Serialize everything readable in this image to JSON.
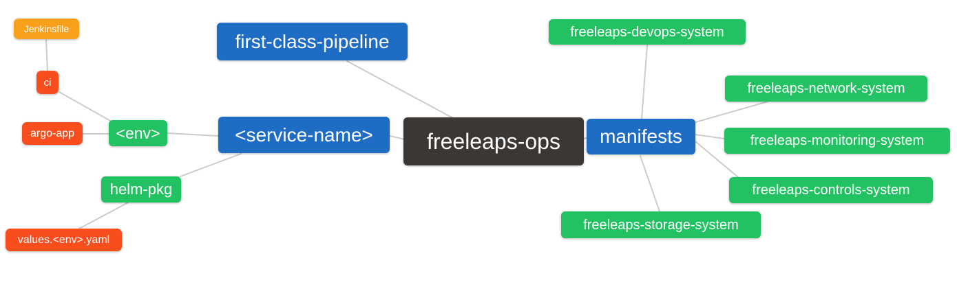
{
  "app": {
    "type": "mindmap",
    "root_label": "freeleaps-ops"
  },
  "colors": {
    "blue": "#1f6cc5",
    "green": "#22c262",
    "red": "#f84e1d",
    "orange": "#f9a11c",
    "dark": "#3b3734",
    "edge": "#cccccc",
    "background": "#ffffff",
    "text": "#ffffff"
  },
  "nodes": {
    "jenkinsfile": "Jenkinsfile",
    "ci": "ci",
    "argo_app": "argo-app",
    "env": "<env>",
    "helm_pkg": "helm-pkg",
    "values_env_yaml": "values.<env>.yaml",
    "first_class_pipeline": "first-class-pipeline",
    "service_name": "<service-name>",
    "freeleaps_ops": "freeleaps-ops",
    "manifests": "manifests",
    "devops_system": "freeleaps-devops-system",
    "network_system": "freeleaps-network-system",
    "monitoring_system": "freeleaps-monitoring-system",
    "controls_system": "freeleaps-controls-system",
    "storage_system": "freeleaps-storage-system"
  },
  "edges": [
    {
      "from": "jenkinsfile",
      "to": "ci"
    },
    {
      "from": "ci",
      "to": "env"
    },
    {
      "from": "argo_app",
      "to": "env"
    },
    {
      "from": "env",
      "to": "service_name"
    },
    {
      "from": "helm_pkg",
      "to": "service_name"
    },
    {
      "from": "values_env_yaml",
      "to": "helm_pkg"
    },
    {
      "from": "first_class_pipeline",
      "to": "freeleaps_ops"
    },
    {
      "from": "service_name",
      "to": "freeleaps_ops"
    },
    {
      "from": "freeleaps_ops",
      "to": "manifests"
    },
    {
      "from": "manifests",
      "to": "devops_system"
    },
    {
      "from": "manifests",
      "to": "network_system"
    },
    {
      "from": "manifests",
      "to": "monitoring_system"
    },
    {
      "from": "manifests",
      "to": "controls_system"
    },
    {
      "from": "manifests",
      "to": "storage_system"
    }
  ]
}
